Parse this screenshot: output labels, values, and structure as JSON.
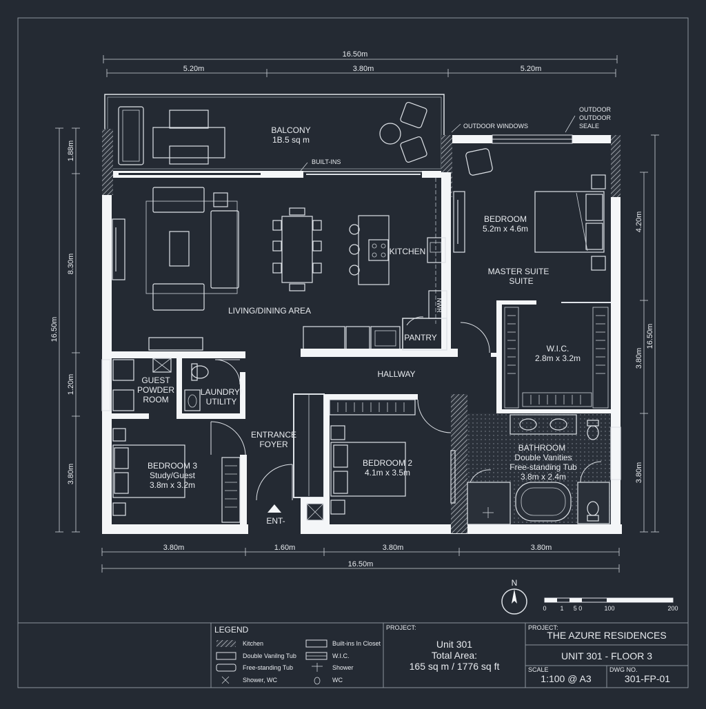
{
  "overall": {
    "top_total": "16.50m",
    "bottom_total": "16.50m",
    "left_total": "16.50m",
    "right_total": "16.50m"
  },
  "dims": {
    "top": [
      "5.20m",
      "3.80m",
      "5.20m"
    ],
    "bottom": [
      "3.80m",
      "1.60m",
      "3.80m",
      "3.80m"
    ],
    "left": [
      "1.88m",
      "8.30m",
      "1.20m",
      "3.80m"
    ],
    "right": [
      "4.20m",
      "3.80m",
      "3.80m"
    ]
  },
  "rooms": {
    "balcony": "BALCONY",
    "balcony_area": "1B.5 sq m",
    "built_ins": "BUILT-INS",
    "outdoor_windows": "OUTDOOR WINDOWS",
    "outdoor_seale_1": "OUTDOOR",
    "outdoor_seale_2": "OUTDOOR",
    "outdoor_seale_3": "SEALE",
    "kitchen": "KITCHEN",
    "living": "LIVING/DINING AREA",
    "pantry": "PANTRY",
    "bedroom": "BEDROOM",
    "bedroom_size": "5.2m x 4.6m",
    "master_1": "MASTER SUITE",
    "master_2": "SUITE",
    "wic": "W.I.C.",
    "wic_size": "2.8m x 3.2m",
    "hallway": "HALLWAY",
    "guest_1": "GUEST",
    "guest_2": "POWDER",
    "guest_3": "ROOM",
    "laundry_1": "LAUNDRY/",
    "laundry_2": "UTILITY",
    "entrance_1": "ENTRANCE",
    "entrance_2": "FOYER",
    "bed3_1": "BEDROOM 3",
    "bed3_2": "Study/Guest",
    "bed3_3": "3.8m x 3.2m",
    "bed2_1": "BEDROOM 2",
    "bed2_2": "4.1m x 3.5m",
    "bath_1": "BATHROOM",
    "bath_2": "Double Vanities",
    "bath_3": "Free-standing Tub",
    "bath_4": "3.8m x 2.4m",
    "entry": "ENT-",
    "nwr": "NWR"
  },
  "north": "N",
  "scale_bar": [
    "0",
    "1",
    "5 0",
    "100",
    "200"
  ],
  "legend": {
    "title": "LEGEND",
    "items": [
      "Kitchen",
      "Double Vanilng Tub",
      "Free-standing Tub",
      "Shower, WC",
      "Built-ins In Closet",
      "W.I.C.",
      "Shower",
      "WC"
    ]
  },
  "project_box": {
    "header": "PROJECT:",
    "line1": "Unit 301",
    "line2": "Total Area:",
    "line3": "165 sq m / 1776 sq ft"
  },
  "title_block": {
    "project_header": "PROJECT:",
    "project_name": "THE AZURE RESIDENCES",
    "unit": "UNIT 301 - FLOOR 3",
    "scale_header": "SCALE",
    "scale": "1:100 @ A3",
    "dwg_header": "DWG NO.",
    "dwg": "301-FP-01"
  }
}
